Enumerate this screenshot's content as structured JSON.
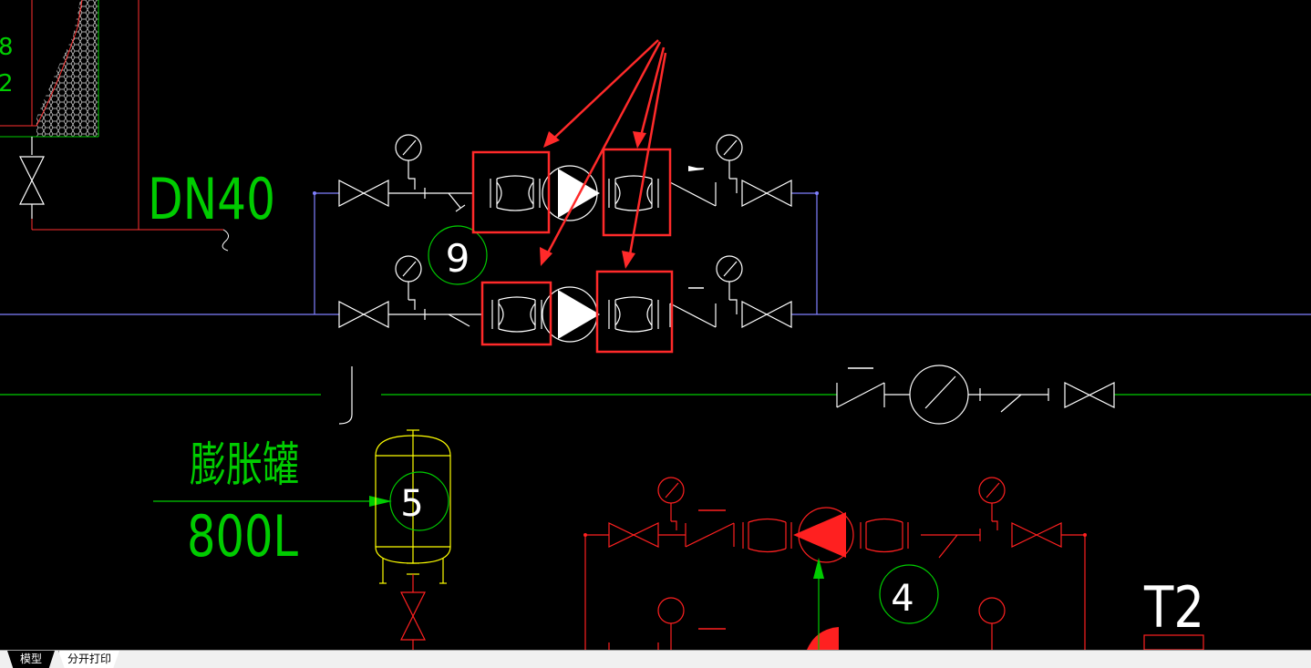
{
  "drawing": {
    "pipe_size_label": "DN40",
    "expansion_tank_label": "膨胀罐",
    "expansion_tank_volume": "800L",
    "pump_group_number": "9",
    "tank_number": "5",
    "pump_group_2_number": "4",
    "terminal_label": "T2"
  },
  "colors": {
    "background": "#000000",
    "white_lines": "#ffffff",
    "green_lines": "#00cc00",
    "red_lines": "#ff2020",
    "blue_lines": "#8080ff",
    "yellow_lines": "#ffff00",
    "annotation_red": "#ff2a2a"
  },
  "tabs": [
    {
      "label": "模型",
      "active": true
    },
    {
      "label": "分开打印",
      "active": false
    }
  ]
}
